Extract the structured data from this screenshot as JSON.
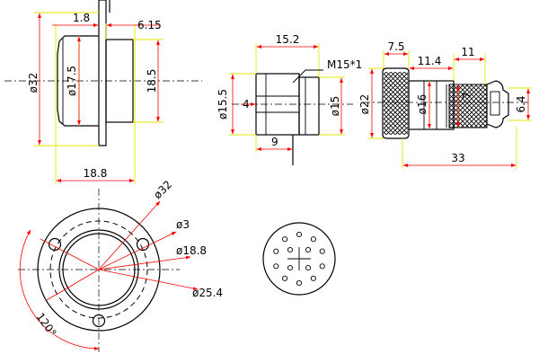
{
  "colors": {
    "outline": "#000000",
    "dimension_line": "#ff0000",
    "extension_line": "#e6e600",
    "background": "#ffffff"
  },
  "flange_side": {
    "d_flange": "ø32",
    "d_inner": "ø17.5",
    "height": "18.5",
    "flange_thk": "1.8",
    "body_len": "6.15",
    "total_len": "18.8"
  },
  "flange_front": {
    "d_flange": "ø32",
    "d_hole": "ø3",
    "d_body": "ø18.8",
    "d_pcd": "ø25.4",
    "angle": "120°"
  },
  "socket_side": {
    "length": "15.2",
    "thread": "M15*1",
    "d_outer": "ø15.5",
    "d_inner": "ø15",
    "step": "4",
    "shoulder": "9"
  },
  "plug_side": {
    "knob_len": "7.5",
    "mid_len": "11.4",
    "tail_len": "11",
    "d_knob": "ø22",
    "d_body": "ø16",
    "d_inner": "7",
    "total_len": "33",
    "d_tail": "6.4"
  }
}
